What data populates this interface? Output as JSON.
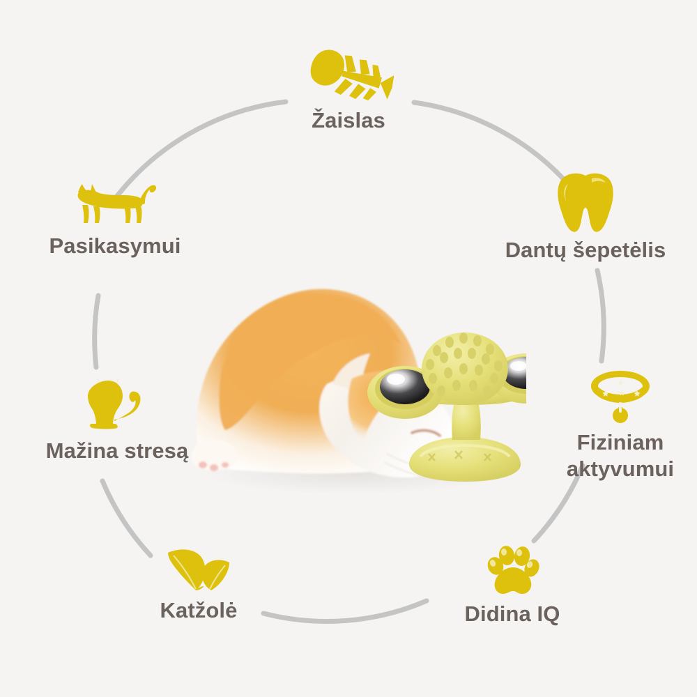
{
  "page": {
    "title": "Cat windmill turntable toy feature wheel",
    "background_color": "#f5f4f3",
    "accent_color": "#ddc10c",
    "text_color": "#6b625e",
    "arc_color": "#c4c4c4"
  },
  "features": [
    {
      "id": "zaislas",
      "label": "Žaislas",
      "icon": "fishbone-icon",
      "position": "top"
    },
    {
      "id": "toothbrush",
      "label": "Dantų šepetėlis",
      "icon": "tooth-icon",
      "position": "top-right"
    },
    {
      "id": "physical",
      "label": "Fiziniam\naktyvumui",
      "icon": "collar-icon",
      "position": "right"
    },
    {
      "id": "iq",
      "label": "Didina IQ",
      "icon": "paw-print-icon",
      "position": "bottom-right"
    },
    {
      "id": "catnip",
      "label": "Katžolė",
      "icon": "leaves-icon",
      "position": "bottom-left"
    },
    {
      "id": "stress",
      "label": "Mažina stresą",
      "icon": "sitting-cat-icon",
      "position": "left"
    },
    {
      "id": "scratch",
      "label": "Pasikasymui",
      "icon": "walking-cat-icon",
      "position": "top-left"
    }
  ],
  "center_image": {
    "subject": "orange-and-white kitten playing with yellow windmill turntable cat toy",
    "toy_color": "#e8e27a"
  }
}
